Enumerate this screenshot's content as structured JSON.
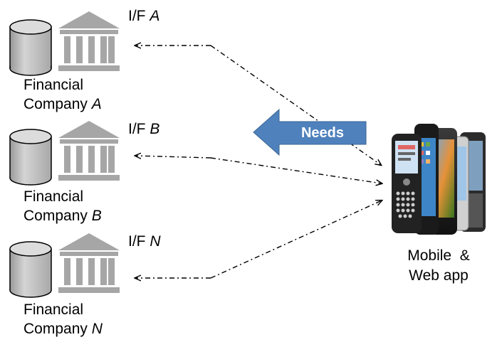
{
  "companies": [
    {
      "name_line1": "Financial",
      "name_line2": "Company",
      "letter": "A",
      "interface_prefix": "I/F",
      "interface_letter": "A"
    },
    {
      "name_line1": "Financial",
      "name_line2": "Company",
      "letter": "B",
      "interface_prefix": "I/F",
      "interface_letter": "B"
    },
    {
      "name_line1": "Financial",
      "name_line2": "Company",
      "letter": "N",
      "interface_prefix": "I/F",
      "interface_letter": "N"
    }
  ],
  "needs_arrow": {
    "label": "Needs",
    "fill": "#4f81bd",
    "text_color": "#ffffff"
  },
  "app": {
    "line1": "Mobile  &",
    "line2": "Web app"
  },
  "icons": {
    "database": "database-cylinder-icon",
    "bank": "bank-building-icon",
    "phones": "mobile-phones-icon"
  },
  "colors": {
    "cylinder_fill": "#bfbfbf",
    "cylinder_top": "#dcdcdc",
    "bank": "#a6a6a6",
    "connector": "#000000"
  }
}
